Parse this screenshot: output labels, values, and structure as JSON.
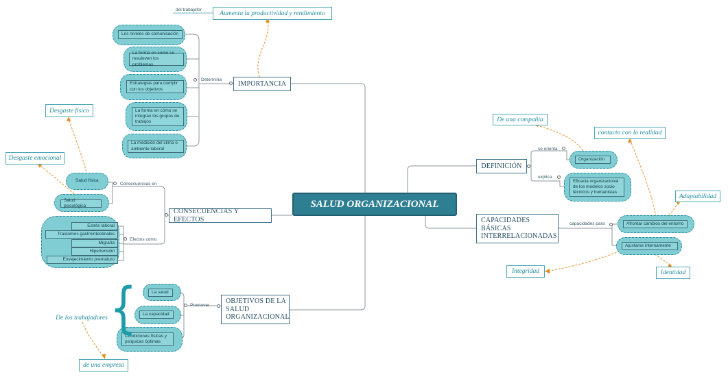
{
  "colors": {
    "main_fill": "#2f7f93",
    "cloud_fill": "#80cdd3",
    "connector": "#7d8a90",
    "note_arrow": "#e58a1f",
    "note_text": "#1e8a9c"
  },
  "center": {
    "title": "SALUD ORGANIZACIONAL"
  },
  "importancia": {
    "title": "IMPORTANCIA",
    "link_label": "Determina",
    "items": [
      "Los niveles de comunicación",
      "La forma en como se resuleven los problemas",
      "Estrategias para cumplir con los objetivos",
      "La forma en cómo se integran los grupos de trabajos",
      "La medición del clima o ambiente laboral"
    ],
    "note": "Aumenta la productividad y rendimiento",
    "note_prefix": "del trabajafor"
  },
  "consecuencias": {
    "title": "CONSECUENCIAS Y EFECTOS",
    "link_label_1": "Consecuencias en",
    "link_label_2": "Efectos como",
    "consecuencias_items": [
      "Salud física",
      "Salud psicológica"
    ],
    "efectos_items": [
      "Estrés laboral",
      "Trastornos gastrointestinales",
      "Migraña",
      "Hipertensión",
      "Envejecimiento prematuro"
    ],
    "note_fisico": "Desgaste físico",
    "note_emocional": "Desgaste emocional"
  },
  "objetivos": {
    "title": "OBJETIVOS DE LA SALUD ORGANIZACIONAL",
    "link_label": "Promover",
    "items": [
      "La salud",
      "La capacidad",
      "Condiciones físicas y psíquicas óptimas"
    ],
    "brace_label": "De los trabajadores",
    "note": "de una empresa"
  },
  "definicion": {
    "title": "DEFINICIÓN",
    "link_label_1": "se orienta",
    "link_label_2": "explica",
    "item_1": "Organización",
    "item_2": "Eficacia organizacional de los modelos socio técnicos y humanistas",
    "note": "De una compañía"
  },
  "capacidades": {
    "title": "CAPACIDADES BÁSICAS INTERRELACIONADAS",
    "link_label": "capacidades para",
    "item_1": "Afrontar cambios del entorno",
    "item_2": "Ajustarse internamente",
    "note_realidad": "contacto con la realidad",
    "note_adaptabilidad": "Adaptabilidad",
    "note_integridad": "Integridad",
    "note_identidad": "Identidad"
  }
}
